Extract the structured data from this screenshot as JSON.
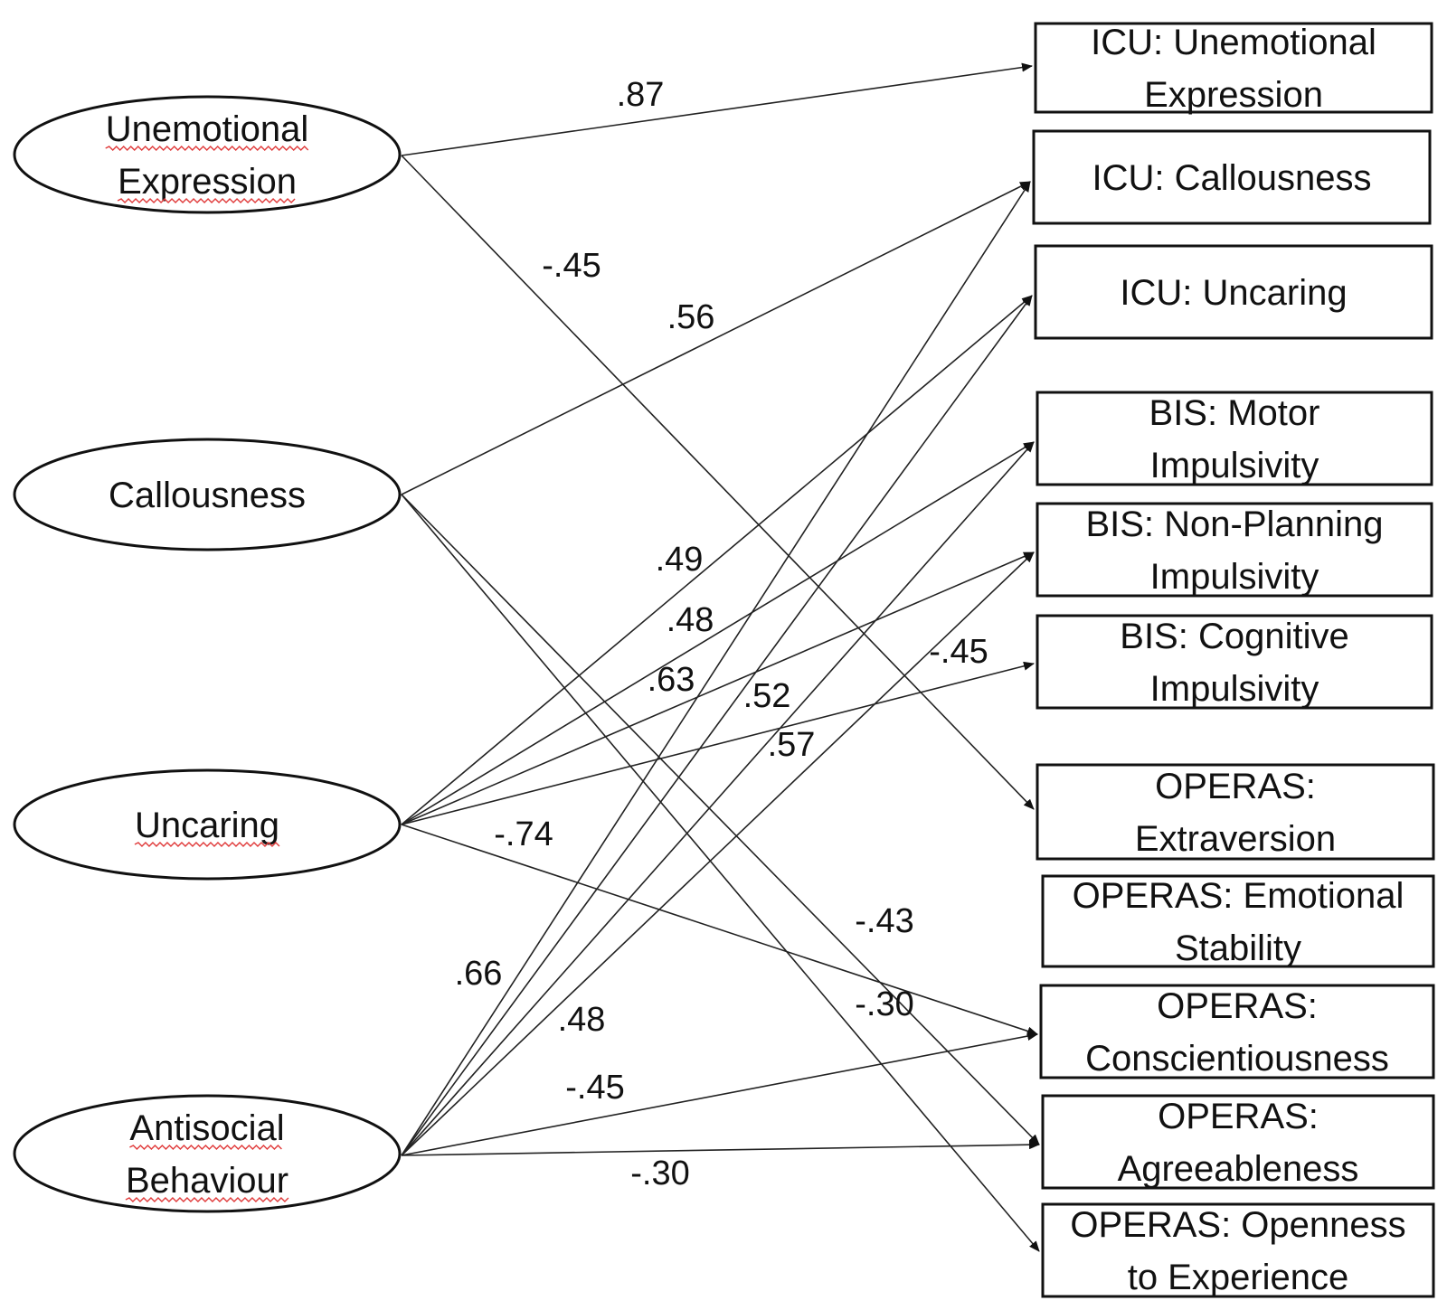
{
  "latent": [
    {
      "id": "ue",
      "lines": [
        "Unemotional",
        "Expression"
      ]
    },
    {
      "id": "cal",
      "lines": [
        "Callousness"
      ]
    },
    {
      "id": "unc",
      "lines": [
        "Uncaring"
      ]
    },
    {
      "id": "asb",
      "lines": [
        "Antisocial",
        "Behaviour"
      ]
    }
  ],
  "observed": [
    {
      "id": "icu_ue",
      "lines": [
        "ICU: Unemotional",
        "Expression"
      ]
    },
    {
      "id": "icu_cal",
      "lines": [
        "ICU: Callousness"
      ]
    },
    {
      "id": "icu_unc",
      "lines": [
        "ICU: Uncaring"
      ]
    },
    {
      "id": "bis_mot",
      "lines": [
        "BIS: Motor",
        "Impulsivity"
      ]
    },
    {
      "id": "bis_np",
      "lines": [
        "BIS: Non-Planning",
        "Impulsivity"
      ]
    },
    {
      "id": "bis_cog",
      "lines": [
        "BIS: Cognitive",
        "Impulsivity"
      ]
    },
    {
      "id": "op_ext",
      "lines": [
        "OPERAS:",
        "Extraversion"
      ]
    },
    {
      "id": "op_emo",
      "lines": [
        "OPERAS: Emotional",
        "Stability"
      ]
    },
    {
      "id": "op_con",
      "lines": [
        "OPERAS:",
        "Conscientiousness"
      ]
    },
    {
      "id": "op_agr",
      "lines": [
        "OPERAS:",
        "Agreeableness"
      ]
    },
    {
      "id": "op_ope",
      "lines": [
        "OPERAS: Openness",
        "to Experience"
      ]
    }
  ],
  "paths": [
    {
      "from": "ue",
      "to": "icu_ue",
      "coef": ".87"
    },
    {
      "from": "ue",
      "to": "op_ext",
      "coef": "-.45"
    },
    {
      "from": "cal",
      "to": "icu_cal",
      "coef": ".56"
    },
    {
      "from": "cal",
      "to": "op_agr",
      "coef": "-.43"
    },
    {
      "from": "cal",
      "to": "op_ope",
      "coef": "-.30"
    },
    {
      "from": "unc",
      "to": "icu_unc",
      "coef": ".49"
    },
    {
      "from": "unc",
      "to": "bis_mot",
      "coef": ".48"
    },
    {
      "from": "unc",
      "to": "bis_np",
      "coef": ".63"
    },
    {
      "from": "unc",
      "to": "bis_cog",
      "coef": "-.45"
    },
    {
      "from": "unc",
      "to": "op_con",
      "coef": "-.74"
    },
    {
      "from": "asb",
      "to": "icu_cal",
      "coef": ".66"
    },
    {
      "from": "asb",
      "to": "icu_unc",
      "coef": ".52"
    },
    {
      "from": "asb",
      "to": "bis_mot",
      "coef": ".48"
    },
    {
      "from": "asb",
      "to": "bis_np",
      "coef": ".57"
    },
    {
      "from": "asb",
      "to": "op_con",
      "coef": "-.45"
    },
    {
      "from": "asb",
      "to": "op_agr",
      "coef": "-.30"
    }
  ]
}
